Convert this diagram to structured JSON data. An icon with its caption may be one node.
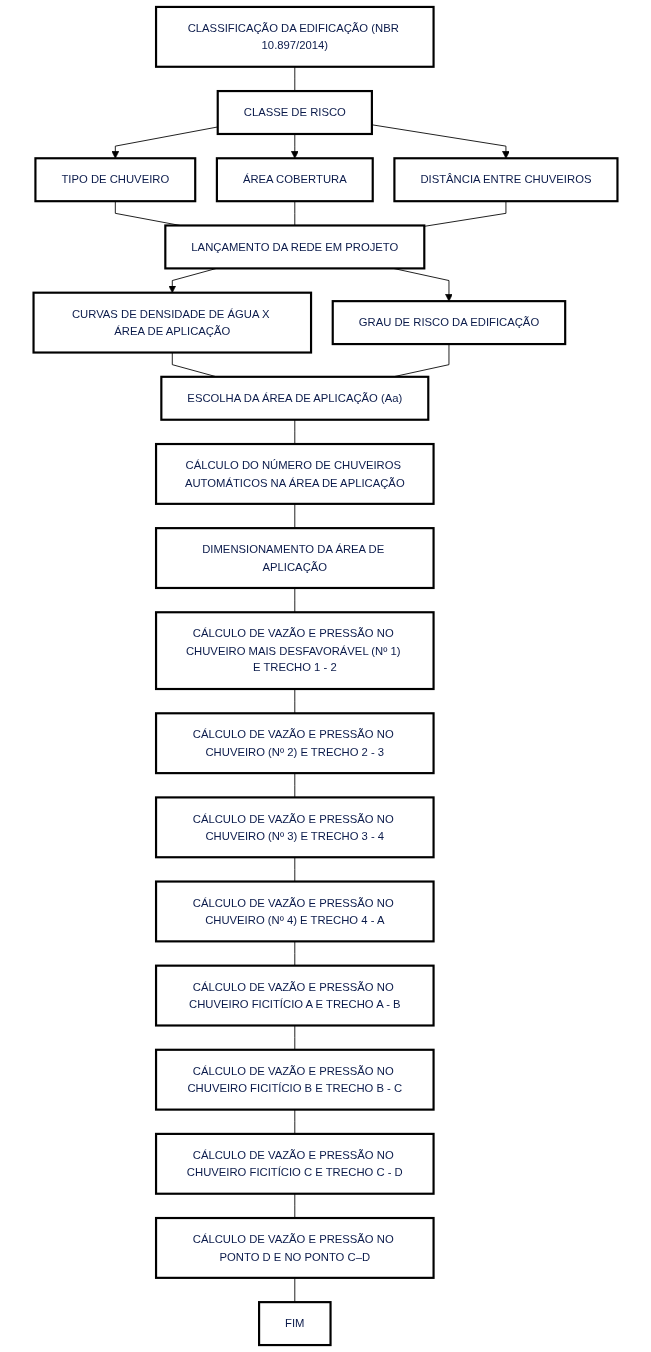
{
  "diagram": {
    "nodes": [
      {
        "text": [
          "CLASSIFICAÇÃO DA EDIFICAÇÃO (NBR 10.897/2014)"
        ]
      },
      {
        "text": [
          "CLASSE DE RISCO"
        ]
      },
      {
        "text": [
          "TIPO DE CHUVEIRO"
        ]
      },
      {
        "text": [
          "ÁREA COBERTURA"
        ]
      },
      {
        "text": [
          "DISTÂNCIA ENTRE CHUVEIROS"
        ]
      },
      {
        "text": [
          "LANÇAMENTO DA REDE EM PROJETO"
        ]
      },
      {
        "text": [
          "CURVAS DE DENSIDADE DE ÁGUA X ÁREA DE APLICAÇÃO"
        ]
      },
      {
        "text": [
          "GRAU DE RISCO DA EDIFICAÇÃO"
        ]
      },
      {
        "text": [
          "ESCOLHA DA ÁREA DE APLICAÇÃO (Aa)"
        ]
      },
      {
        "text": [
          "CÁLCULO DO NÚMERO DE CHUVEIROS AUTOMÁTICOS NA ÁREA DE APLICAÇÃO"
        ]
      },
      {
        "text": [
          "DIMENSIONAMENTO DA ÁREA DE APLICAÇÃO"
        ]
      },
      {
        "text": [
          "CÁLCULO DE VAZÃO E PRESSÃO NO CHUVEIRO MAIS DESFAVORÁVEL (Nº 1) E TRECHO 1 - 2"
        ]
      },
      {
        "text": [
          "CÁLCULO DE VAZÃO E PRESSÃO NO CHUVEIRO (Nº 2) E TRECHO 2 - 3"
        ]
      },
      {
        "text": [
          "CÁLCULO DE VAZÃO E PRESSÃO NO CHUVEIRO (Nº 3) E TRECHO 3 - 4"
        ]
      },
      {
        "text": [
          "CÁLCULO DE VAZÃO E PRESSÃO NO CHUVEIRO (Nº 4) E TRECHO 4 - A"
        ]
      },
      {
        "text": [
          "CÁLCULO DE VAZÃO E PRESSÃO NO CHUVEIRO FICITÍCIO A E TRECHO A - B"
        ]
      },
      {
        "text": [
          "CÁLCULO DE VAZÃO E PRESSÃO NO CHUVEIRO FICITÍCIO B E TRECHO B - C"
        ]
      },
      {
        "text": [
          "CÁLCULO DE VAZÃO E PRESSÃO NO CHUVEIRO FICITÍCIO C E TRECHO C - D"
        ]
      },
      {
        "text": [
          "CÁLCULO DE VAZÃO E PRESSÃO NO PONTO D E NO PONTO C–D"
        ]
      },
      {
        "text": [
          "FIM"
        ]
      }
    ],
    "edges": [
      {
        "from": 0,
        "to": 1,
        "arrow": "none"
      },
      {
        "from": 1,
        "to": 2,
        "arrow": "to"
      },
      {
        "from": 1,
        "to": 3,
        "arrow": "to"
      },
      {
        "from": 1,
        "to": 4,
        "arrow": "to"
      },
      {
        "from": 2,
        "to": 5,
        "arrow": "none"
      },
      {
        "from": 3,
        "to": 5,
        "arrow": "none"
      },
      {
        "from": 4,
        "to": 5,
        "arrow": "none"
      },
      {
        "from": 5,
        "to": 6,
        "arrow": "to"
      },
      {
        "from": 5,
        "to": 7,
        "arrow": "to"
      },
      {
        "from": 6,
        "to": 8,
        "arrow": "none"
      },
      {
        "from": 7,
        "to": 8,
        "arrow": "none"
      },
      {
        "from": 8,
        "to": 9,
        "arrow": "none"
      },
      {
        "from": 9,
        "to": 10,
        "arrow": "none"
      },
      {
        "from": 10,
        "to": 11,
        "arrow": "none"
      },
      {
        "from": 11,
        "to": 12,
        "arrow": "none"
      },
      {
        "from": 12,
        "to": 13,
        "arrow": "none"
      },
      {
        "from": 13,
        "to": 14,
        "arrow": "none"
      },
      {
        "from": 14,
        "to": 15,
        "arrow": "none"
      },
      {
        "from": 15,
        "to": 16,
        "arrow": "none"
      },
      {
        "from": 16,
        "to": 17,
        "arrow": "none"
      },
      {
        "from": 17,
        "to": 18,
        "arrow": "none"
      },
      {
        "from": 18,
        "to": 19,
        "arrow": "none"
      }
    ]
  }
}
